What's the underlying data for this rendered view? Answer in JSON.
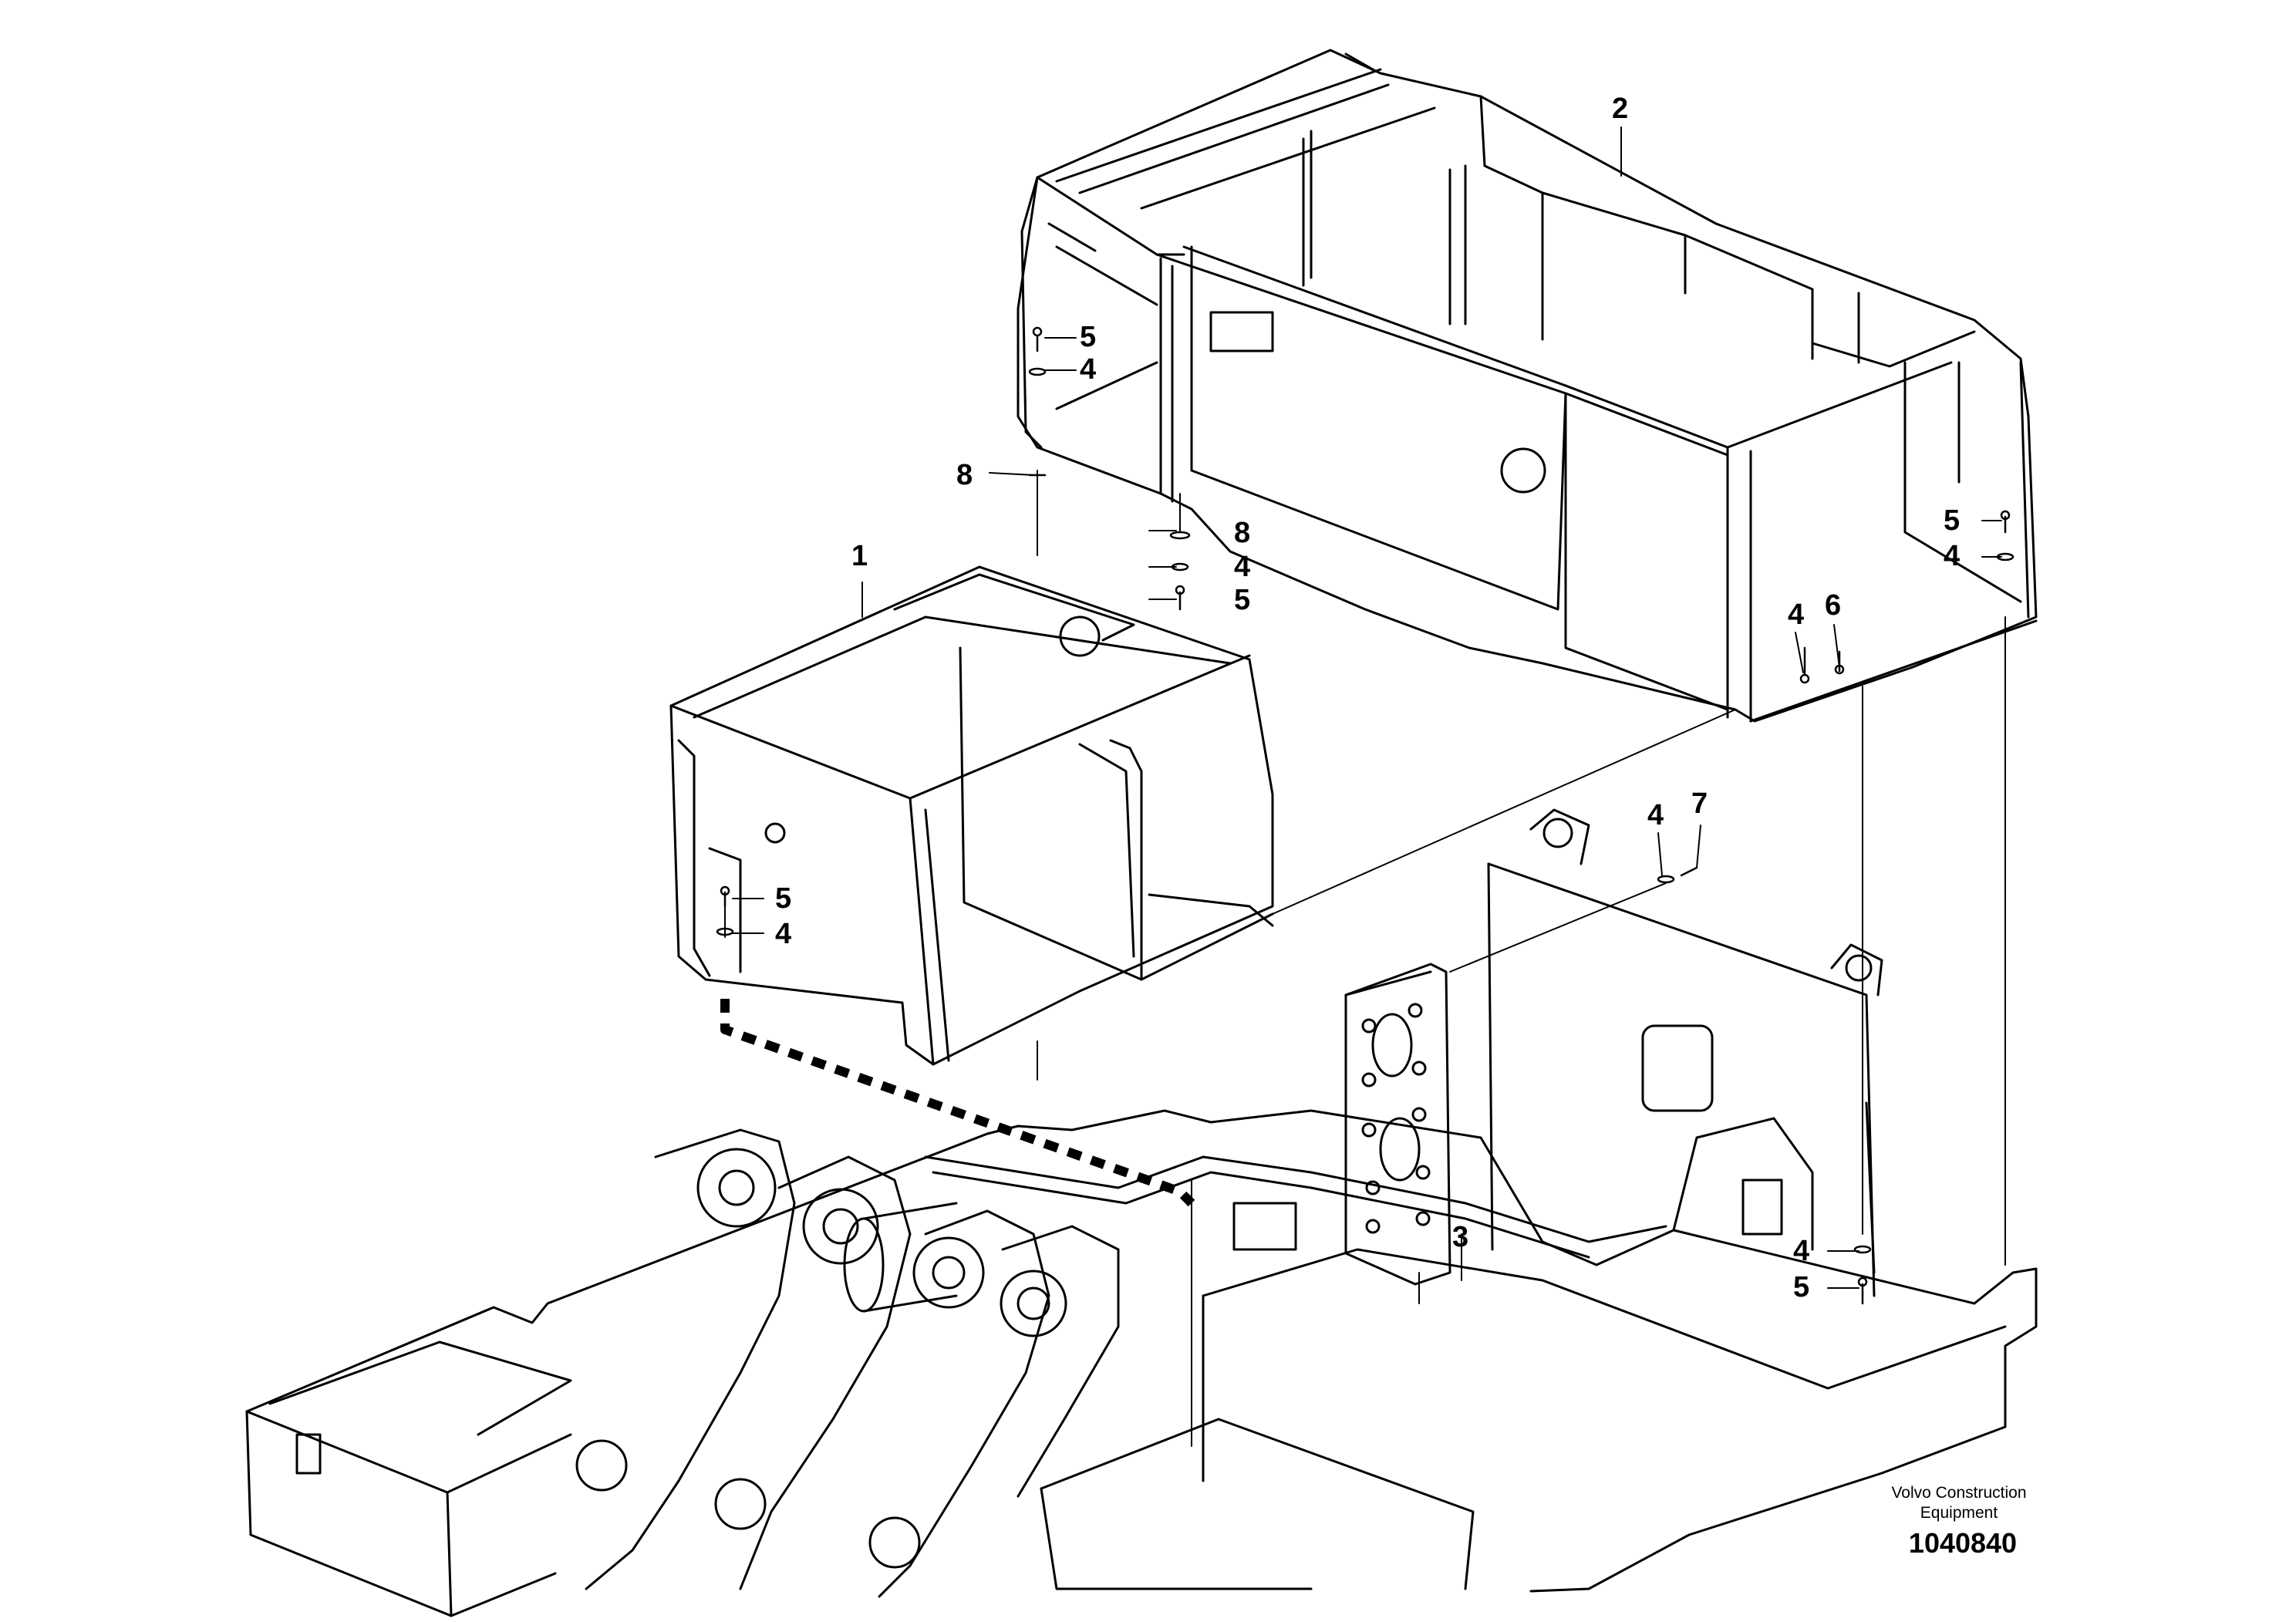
{
  "callouts": {
    "c2": "2",
    "c5_top_left": "5",
    "c4_top_left": "4",
    "c8_left": "8",
    "c8_center": "8",
    "c4_center": "4",
    "c5_center": "5",
    "c1": "1",
    "c5_right": "5",
    "c4_right": "4",
    "c4_mid_right": "4",
    "c6": "6",
    "c4_plate": "4",
    "c7": "7",
    "c5_frame": "5",
    "c4_frame": "4",
    "c3": "3",
    "c4_bottom_right": "4",
    "c5_bottom_right": "5"
  },
  "brand": {
    "line1": "Volvo Construction",
    "line2": "Equipment"
  },
  "drawing_number": "1040840",
  "colors": {
    "line": "#000000",
    "background": "#ffffff"
  }
}
